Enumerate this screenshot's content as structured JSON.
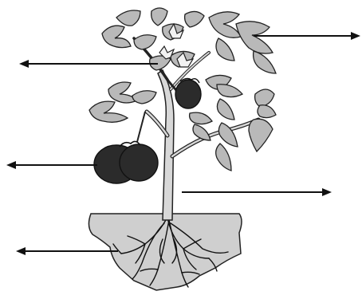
{
  "diagram": {
    "subject": "tomato plant",
    "label_arrows": [
      {
        "id": "arrow-leaves",
        "direction": "right",
        "label": ""
      },
      {
        "id": "arrow-flower",
        "direction": "left",
        "label": ""
      },
      {
        "id": "arrow-fruit",
        "direction": "left",
        "label": ""
      },
      {
        "id": "arrow-stem",
        "direction": "right",
        "label": ""
      },
      {
        "id": "arrow-roots",
        "direction": "left",
        "label": ""
      }
    ],
    "colors": {
      "ink": "#111111",
      "soil": "#cfcfcf",
      "leaf": "#b9b9b9",
      "stem": "#d8d8d8",
      "fruit": "#2b2b2b"
    }
  }
}
